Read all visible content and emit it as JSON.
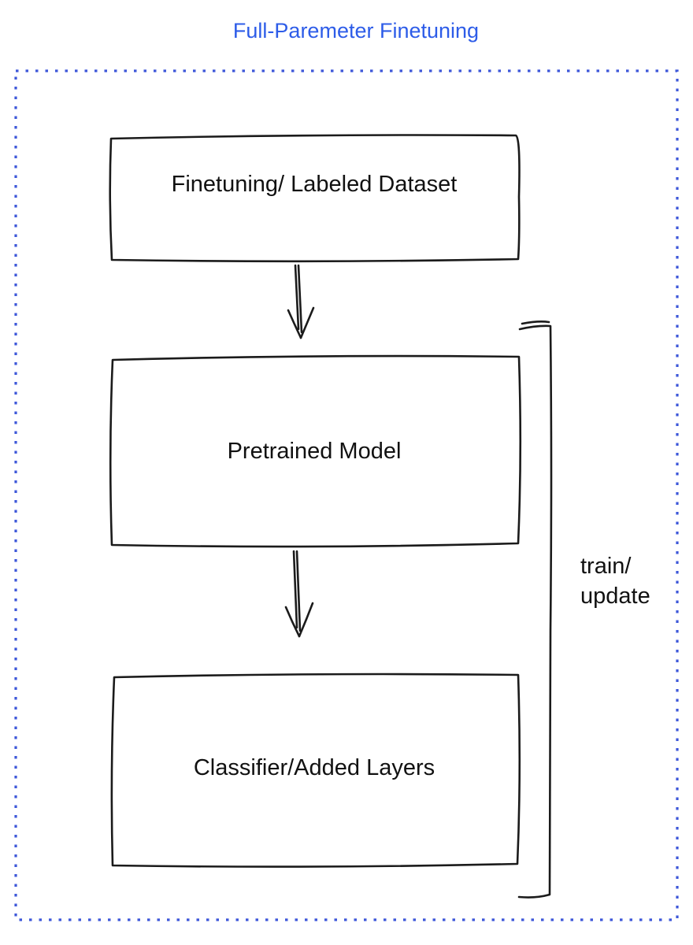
{
  "title": "Full-Paremeter Finetuning",
  "diagram": {
    "nodes": [
      {
        "id": "dataset",
        "label": "Finetuning/ Labeled Dataset"
      },
      {
        "id": "model",
        "label": "Pretrained Model"
      },
      {
        "id": "classifier",
        "label": "Classifier/Added Layers"
      }
    ],
    "bracket_label": {
      "line1": "train/",
      "line2": "update"
    },
    "colors": {
      "title": "#2d5ce8",
      "border_dots": "#3d57d9",
      "dataset_fill": "#8a9097",
      "model_fill": "#4b6de9",
      "classifier_fill": "#3fb54e",
      "stroke": "#1b1b1b"
    }
  }
}
